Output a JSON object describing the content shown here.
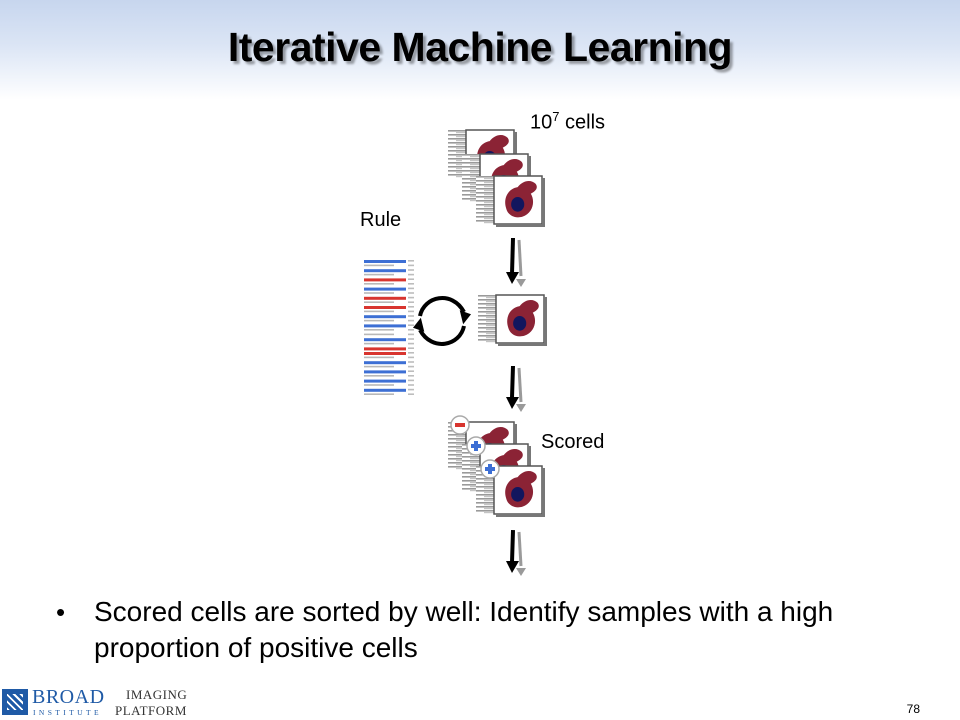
{
  "slide": {
    "title": "Iterative Machine Learning",
    "page_number": "78"
  },
  "diagram": {
    "cells_label_base": "10",
    "cells_label_exp": "7",
    "cells_label_unit": " cells",
    "rule_label": "Rule",
    "scored_label": "Scored",
    "stage_icons": [
      "cell-image-stack",
      "single-cell-image",
      "scored-cell-stack"
    ],
    "score_signs": [
      "minus",
      "plus",
      "plus"
    ],
    "colors": {
      "cell_body": "#8b2335",
      "nucleus": "#12165e",
      "rule_red": "#d8352f",
      "rule_blue": "#3d6fd4",
      "arrow": "#000000",
      "arrow_shadow": "#9a9a9a"
    }
  },
  "bullets": [
    "Scored cells are sorted by well: Identify samples with a high proportion of positive cells"
  ],
  "footer": {
    "logo_name": "BROAD",
    "logo_sub": "INSTITUTE",
    "platform_line1": "IMAGING",
    "platform_line2": "PLATFORM"
  }
}
